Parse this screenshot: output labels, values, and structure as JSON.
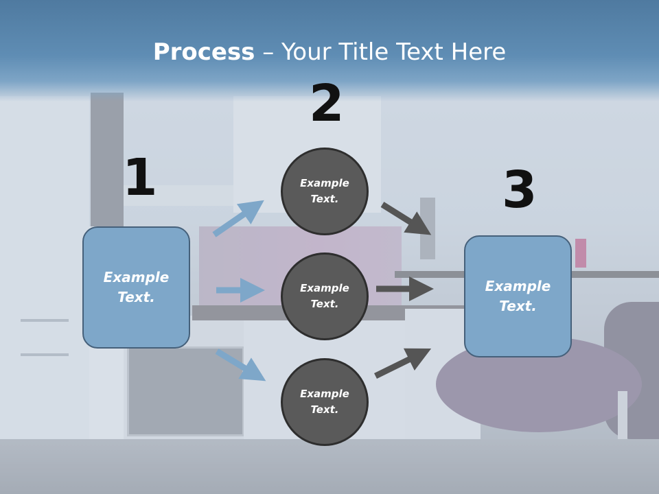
{
  "title": {
    "bold": "Process",
    "rest": " – Your Title Text Here"
  },
  "steps": [
    {
      "number": "1",
      "label": "Example\nText."
    },
    {
      "number": "2",
      "circles": [
        "Example\nText.",
        "Example\nText.",
        "Example\nText."
      ]
    },
    {
      "number": "3",
      "label": "Example\nText."
    }
  ],
  "colors": {
    "header": "#5f8db4",
    "box_fill": "#7ea7c9",
    "circle_fill": "#5a5a5a",
    "arrow_blue": "#7ea7c9",
    "arrow_gray": "#555555"
  }
}
